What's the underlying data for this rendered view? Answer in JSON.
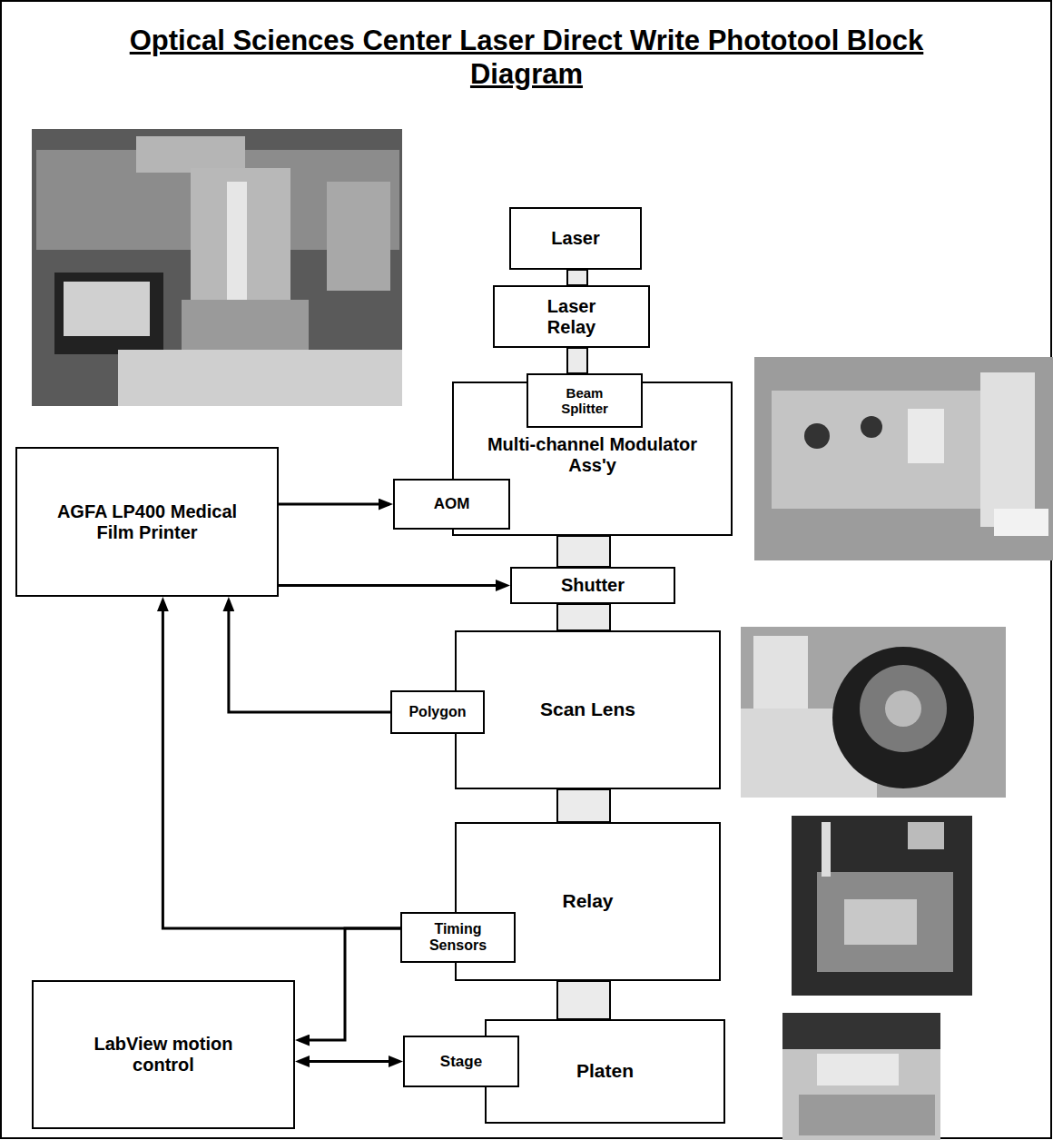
{
  "diagram": {
    "title": "Optical Sciences Center Laser Direct Write Phototool Block Diagram",
    "nodes": [
      {
        "text": [
          "Laser"
        ]
      },
      {
        "text": [
          "Laser Relay"
        ]
      },
      {
        "text": [
          "Multi-channel Modulator Ass'y"
        ]
      },
      {
        "text": [
          "Beam Splitter"
        ],
        "in": 2
      },
      {
        "text": [
          "AOM"
        ],
        "in": 2
      },
      {
        "text": [
          "AGFA LP400 Medical Film Printer"
        ]
      },
      {
        "text": [
          "Shutter"
        ]
      },
      {
        "text": [
          "Scan Lens"
        ]
      },
      {
        "text": [
          "Polygon"
        ],
        "in": 7
      },
      {
        "text": [
          "Relay"
        ]
      },
      {
        "text": [
          "Timing Sensors"
        ],
        "in": 9
      },
      {
        "text": [
          "LabView motion control"
        ]
      },
      {
        "text": [
          "Platen"
        ]
      },
      {
        "text": [
          "Stage"
        ],
        "in": 12
      }
    ],
    "edges": [
      {
        "from": 0,
        "to": 1,
        "arrow": "none"
      },
      {
        "from": 1,
        "to": 3,
        "arrow": "none"
      },
      {
        "from": 2,
        "to": 6,
        "arrow": "none"
      },
      {
        "from": 6,
        "to": 7,
        "arrow": "none"
      },
      {
        "from": 7,
        "to": 9,
        "arrow": "none"
      },
      {
        "from": 9,
        "to": 12,
        "arrow": "none"
      },
      {
        "from": 5,
        "to": 4,
        "arrow": "to"
      },
      {
        "from": 5,
        "to": 6,
        "arrow": "to"
      },
      {
        "from": 8,
        "to": 5,
        "arrow": "to"
      },
      {
        "from": 10,
        "to": 5,
        "arrow": "to"
      },
      {
        "from": 10,
        "to": 11,
        "arrow": "to"
      },
      {
        "from": 11,
        "to": 13,
        "arrow": "both"
      }
    ]
  }
}
